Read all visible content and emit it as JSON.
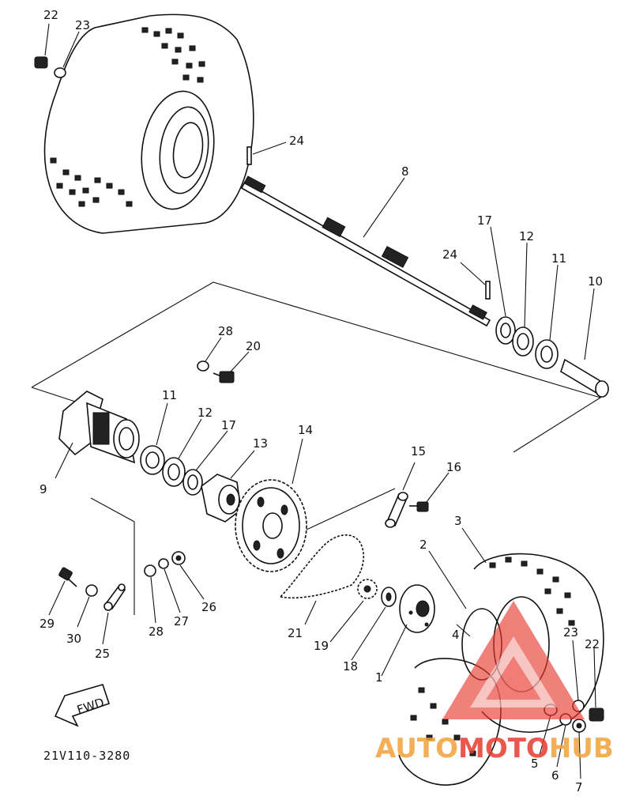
{
  "diagram": {
    "drawing_code": "21V110-3280",
    "fwd_label": "FWD",
    "callouts": {
      "c1": "1",
      "c2": "2",
      "c3": "3",
      "c4": "4",
      "c5": "5",
      "c6": "6",
      "c7": "7",
      "c8": "8",
      "c9": "9",
      "c10": "10",
      "c11a": "11",
      "c11b": "11",
      "c12a": "12",
      "c12b": "12",
      "c13": "13",
      "c14": "14",
      "c15": "15",
      "c16": "16",
      "c17a": "17",
      "c17b": "17",
      "c18": "18",
      "c19": "19",
      "c20": "20",
      "c21": "21",
      "c22a": "22",
      "c22b": "22",
      "c23a": "23",
      "c23b": "23",
      "c24a": "24",
      "c24b": "24",
      "c25": "25",
      "c26": "26",
      "c27": "27",
      "c28a": "28",
      "c28b": "28",
      "c29": "29",
      "c30": "30"
    }
  },
  "watermark": {
    "brand": "AUTOMOTOHUB",
    "brand_prefix": "AUTO",
    "brand_middle": "MOTO",
    "brand_suffix": "HUB",
    "colors": {
      "red": "#e8392f",
      "orange": "#f2a23a"
    }
  }
}
